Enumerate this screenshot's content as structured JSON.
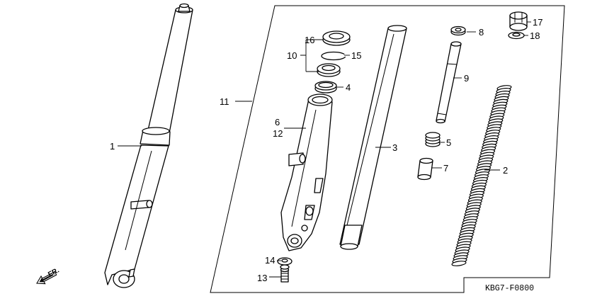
{
  "diagram": {
    "code": "KBG7-F0800",
    "direction_label": "FR.",
    "callouts": {
      "c1": "1",
      "c2": "2",
      "c3": "3",
      "c4": "4",
      "c5": "5",
      "c6": "6",
      "c7": "7",
      "c8": "8",
      "c9": "9",
      "c10": "10",
      "c11": "11",
      "c12": "12",
      "c13": "13",
      "c14": "14",
      "c15": "15",
      "c16": "16",
      "c17": "17",
      "c18": "18"
    }
  }
}
